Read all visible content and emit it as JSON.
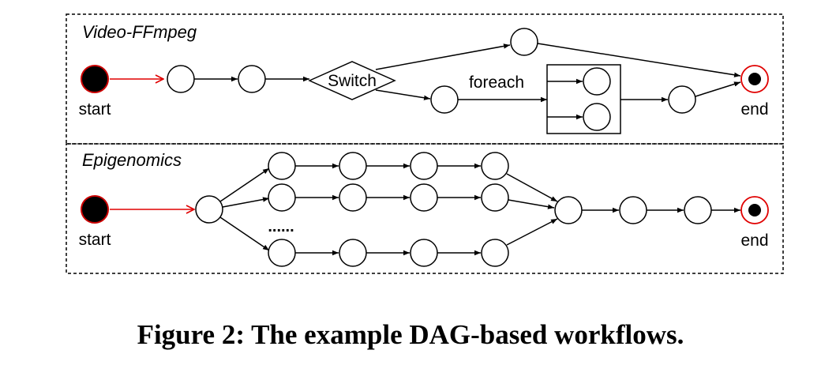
{
  "panels": {
    "top": {
      "title": "Video-FFmpeg",
      "start_label": "start",
      "end_label": "end",
      "switch_label": "Switch",
      "foreach_label": "foreach"
    },
    "bottom": {
      "title": "Epigenomics",
      "start_label": "start",
      "end_label": "end",
      "ellipsis": "......"
    }
  },
  "colors": {
    "stroke": "#000000",
    "start_fill": "#000000",
    "start_outline": "#cc0000",
    "start_arrow": "#e00000",
    "end_ring": "#e00000"
  },
  "caption": "Figure 2:  The example DAG-based workflows."
}
